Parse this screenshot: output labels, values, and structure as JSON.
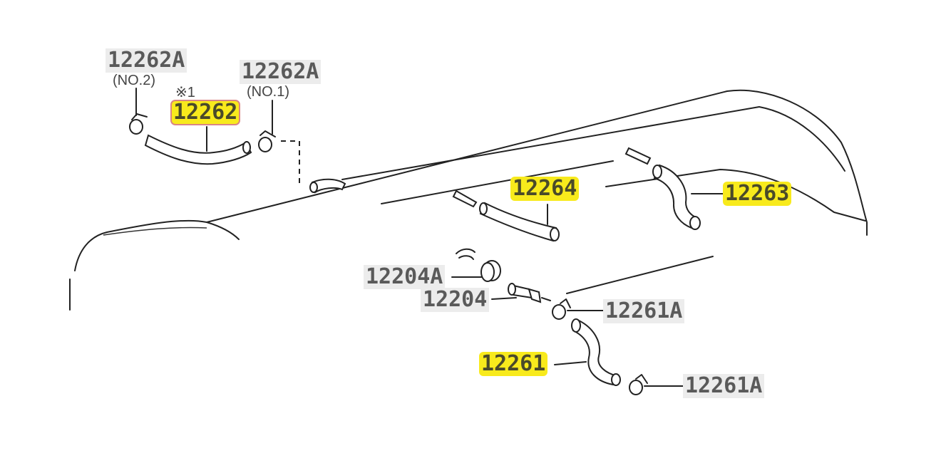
{
  "parts": {
    "p12262A_no2": {
      "number": "12262A",
      "note": "(NO.2)"
    },
    "p12262A_no1": {
      "number": "12262A",
      "note": "(NO.1)"
    },
    "p12262": {
      "number": "12262",
      "mark": "※1"
    },
    "p12264": {
      "number": "12264"
    },
    "p12263": {
      "number": "12263"
    },
    "p12204A": {
      "number": "12204A"
    },
    "p12204": {
      "number": "12204"
    },
    "p12261A_upper": {
      "number": "12261A"
    },
    "p12261": {
      "number": "12261"
    },
    "p12261A_lower": {
      "number": "12261A"
    }
  },
  "colors": {
    "highlight": "#f8ea1c",
    "label_background": "#ececec",
    "label_text": "#5a5a5a",
    "line": "#222222",
    "selection_border": "#d98585"
  }
}
